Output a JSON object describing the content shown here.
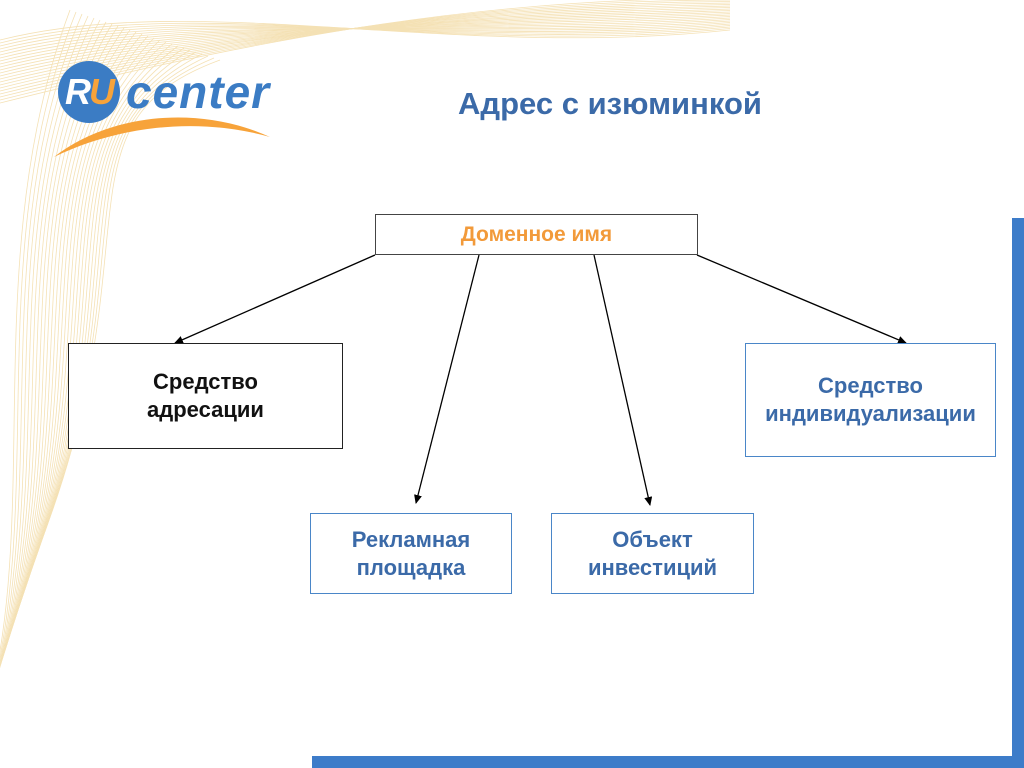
{
  "logo": {
    "ru_r": "R",
    "ru_u": "U",
    "name": "center",
    "colors": {
      "blue": "#3b7cc4",
      "orange": "#f7a33a"
    }
  },
  "title": "Адрес с изюминкой",
  "diagram": {
    "root": "Доменное имя",
    "nodes": {
      "addressing": [
        "Средство",
        "адресации"
      ],
      "individualization": [
        "Средство",
        "индивидуализации"
      ],
      "advertising": [
        "Рекламная",
        "площадка"
      ],
      "investment": [
        "Объект",
        "инвестиций"
      ]
    },
    "edges": [
      {
        "from": "root",
        "to": "addressing"
      },
      {
        "from": "root",
        "to": "advertising"
      },
      {
        "from": "root",
        "to": "investment"
      },
      {
        "from": "root",
        "to": "individualization"
      }
    ]
  },
  "colors": {
    "title": "#3b6aa8",
    "root_text": "#f29a3a",
    "node_text": "#3b6aa8",
    "frame": "#3d7cc9",
    "wave": "#f3dca8"
  }
}
